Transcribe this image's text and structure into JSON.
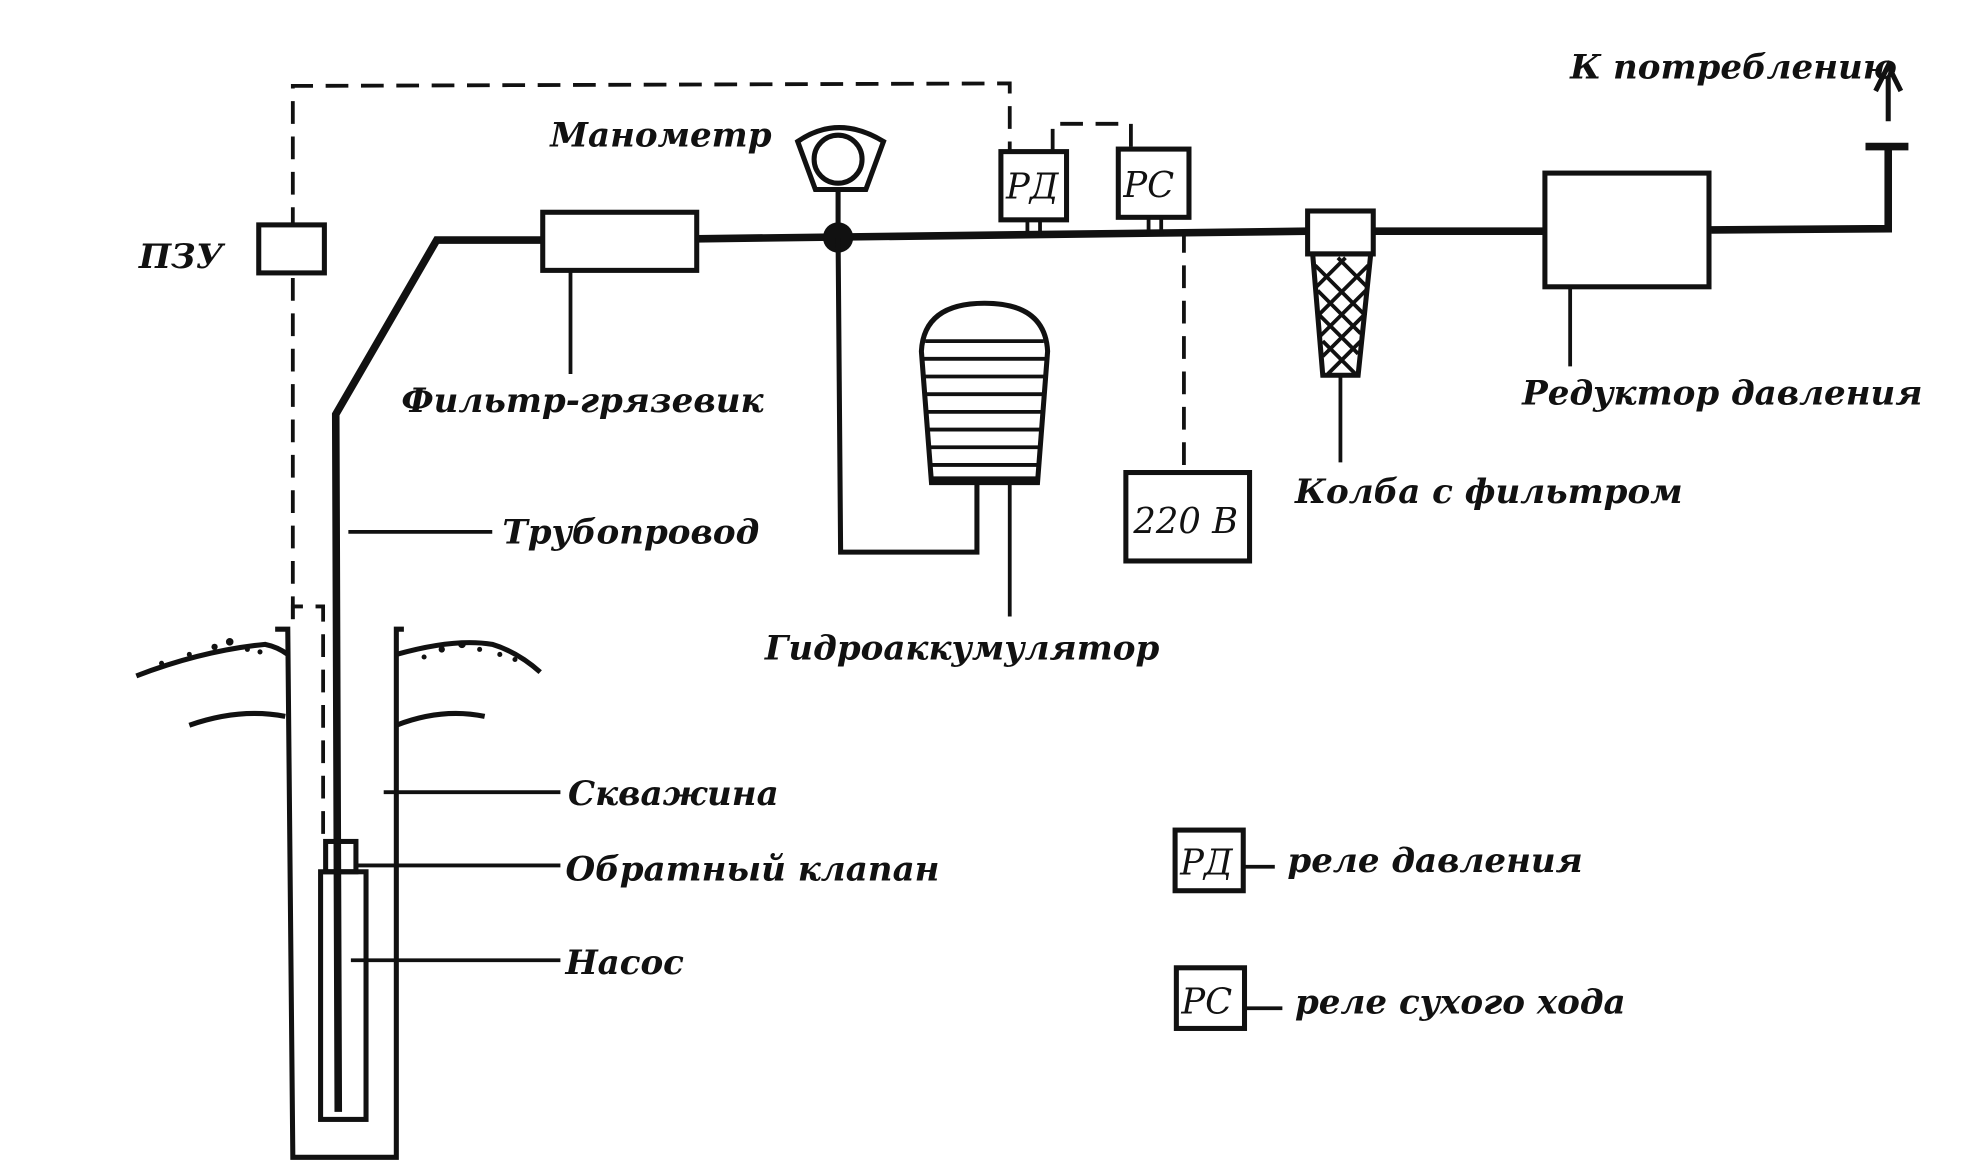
{
  "diagram": {
    "title": "Схема водоснабжения из скважины",
    "labels": {
      "consumption": "К потреблению",
      "manometer": "Манометр",
      "pzu": "ПЗУ",
      "mud_filter": "Фильтр-грязевик",
      "pipeline": "Трубопровод",
      "accumulator": "Гидроаккумулятор",
      "power": "220 В",
      "filter_flask": "Колба с фильтром",
      "pressure_reducer": "Редуктор давления",
      "well": "Скважина",
      "check_valve": "Обратный клапан",
      "pump": "Насос"
    },
    "relay_boxes": {
      "pressure_relay": "РД",
      "dry_run_relay": "РС"
    },
    "legend": [
      {
        "code": "РД",
        "text": "реле давления"
      },
      {
        "code": "РС",
        "text": "реле сухого хода"
      }
    ]
  }
}
